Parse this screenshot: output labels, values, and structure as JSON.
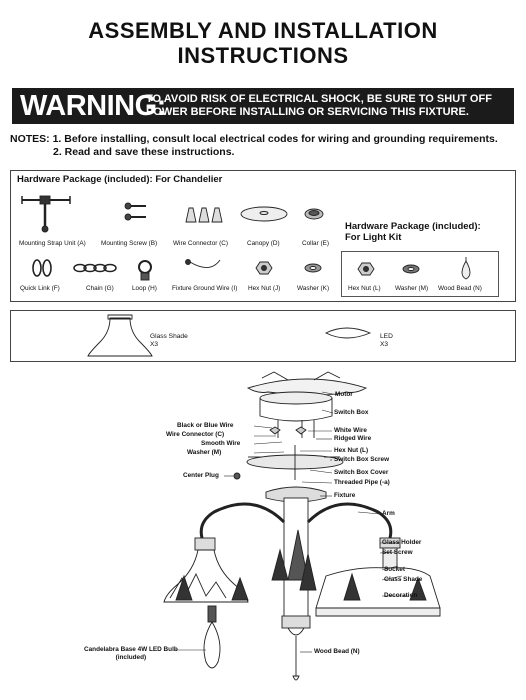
{
  "header": {
    "title_line1": "ASSEMBLY AND INSTALLATION",
    "title_line2": "INSTRUCTIONS"
  },
  "warning": {
    "word": "WARNING:",
    "line1": "TO AVOID RISK OF ELECTRICAL SHOCK, BE SURE TO SHUT OFF",
    "line2": "POWER BEFORE INSTALLING OR SERVICING THIS FIXTURE."
  },
  "notes": {
    "line1": "NOTES: 1. Before installing, consult local electrical codes for wiring and grounding requirements.",
    "line2": "2. Read and save these instructions."
  },
  "hardware_chandelier": {
    "title": "Hardware Package (included): For Chandelier",
    "items": [
      "Mounting Strap Unit (A)",
      "Mounting Screw (B)",
      "Wire Connector (C)",
      "Canopy (D)",
      "Collar (E)",
      "Quick Link (F)",
      "Chain (G)",
      "Loop (H)",
      "Fixture Ground Wire (I)",
      "Hex Nut (J)",
      "Washer (K)"
    ]
  },
  "hardware_light_kit": {
    "title_line1": "Hardware Package (included):",
    "title_line2": "For Light Kit",
    "items": [
      "Hex Nut (L)",
      "Washer (M)",
      "Wood Bead (N)"
    ]
  },
  "shade_box": {
    "glass_shade": "Glass Shade",
    "glass_qty": "X3",
    "led": "LED",
    "led_qty": "X3"
  },
  "diagram": {
    "motor": "Motor",
    "switch_box": "Switch Box",
    "black_blue_wire": "Black or Blue Wire",
    "wire_connector": "Wire Connector (C)",
    "smooth_wire": "Smooth Wire",
    "washer": "Washer (M)",
    "white_wire": "White Wire",
    "ridged_wire": "Ridged Wire",
    "hex_nut": "Hex Nut (L)",
    "switch_box_screw": "Switch Box Screw",
    "switch_box_cover": "Switch Box Cover",
    "threaded_pipe": "Threaded Pipe (-a)",
    "center_plug": "Center Plug",
    "fixture": "Fixture",
    "arm": "Arm",
    "glass_holder": "Glass Holder",
    "set_screw": "Set Screw",
    "socket": "Socket",
    "glass_shade": "Glass Shade",
    "decoration": "Decoration",
    "bulb_line1": "Candelabra Base 4W LED Bulb",
    "bulb_line2": "(included)",
    "wood_bead": "Wood Bead (N)"
  }
}
